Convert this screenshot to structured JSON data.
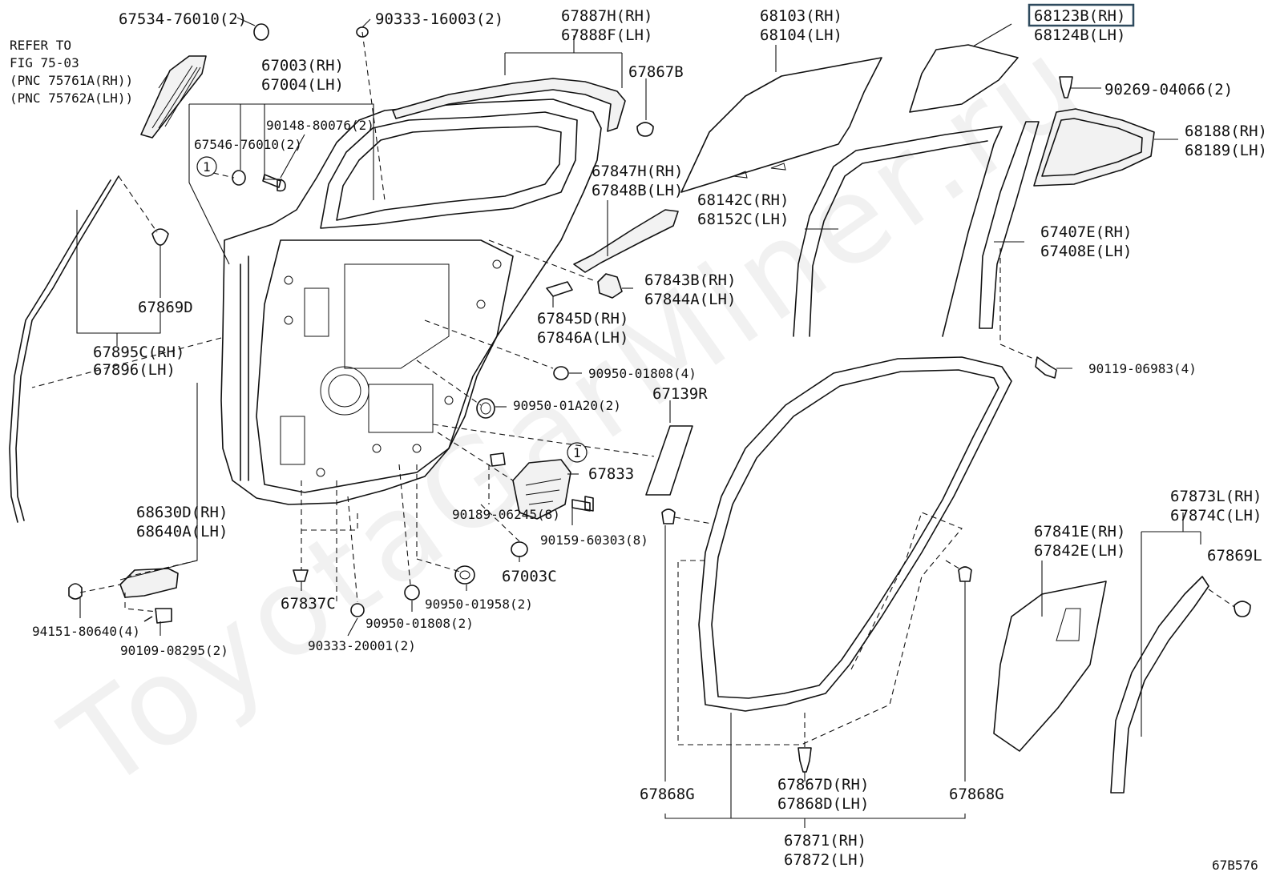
{
  "diagram": {
    "watermark": "ToyotaGarMiner.ru",
    "figure_code": "67B576",
    "reference_note": [
      "REFER TO",
      "FIG 75-03",
      "(PNC 75761A(RH))",
      "(PNC 75762A(LH))"
    ],
    "callout_marker": "1",
    "highlight_color": "#2e4a5e",
    "labels": {
      "p67534": "67534-76010(2)",
      "p90333a": "90333-16003(2)",
      "p67887": "67887H(RH)",
      "p67888": "67888F(LH)",
      "p67867b": "67867B",
      "p68103": "68103(RH)",
      "p68104": "68104(LH)",
      "p68123": "68123B(RH)",
      "p68124": "68124B(LH)",
      "p67003": "67003(RH)",
      "p67004": "67004(LH)",
      "p90148": "90148-80076(2)",
      "p67546": "67546-76010(2)",
      "p90269": "90269-04066(2)",
      "p68188": "68188(RH)",
      "p68189": "68189(LH)",
      "p67847": "67847H(RH)",
      "p67848": "67848B(LH)",
      "p68142": "68142C(RH)",
      "p68152": "68152C(LH)",
      "p67407": "67407E(RH)",
      "p67408": "67408E(LH)",
      "p67869d": "67869D",
      "p67843": "67843B(RH)",
      "p67844": "67844A(LH)",
      "p67845": "67845D(RH)",
      "p67846": "67846A(LH)",
      "p67895": "67895C(RH)",
      "p67896": "67896(LH)",
      "p90119": "90119-06983(4)",
      "p90950a": "90950-01808(4)",
      "p90950b": "90950-01A20(2)",
      "p67139r": "67139R",
      "p67833": "67833",
      "p68630": "68630D(RH)",
      "p68640": "68640A(LH)",
      "p90189": "90189-06245(8)",
      "p90159": "90159-60303(8)",
      "p67003c": "67003C",
      "p67873": "67873L(RH)",
      "p67874": "67874C(LH)",
      "p67841": "67841E(RH)",
      "p67842": "67842E(LH)",
      "p67869l": "67869L",
      "p67837c": "67837C",
      "p90950c": "90950-01958(2)",
      "p90950d": "90950-01808(2)",
      "p94151": "94151-80640(4)",
      "p90109": "90109-08295(2)",
      "p90333b": "90333-20001(2)",
      "p67868g_l": "67868G",
      "p67868g_r": "67868G",
      "p67867d": "67867D(RH)",
      "p67868d": "67868D(LH)",
      "p67871": "67871(RH)",
      "p67872": "67872(LH)"
    }
  }
}
